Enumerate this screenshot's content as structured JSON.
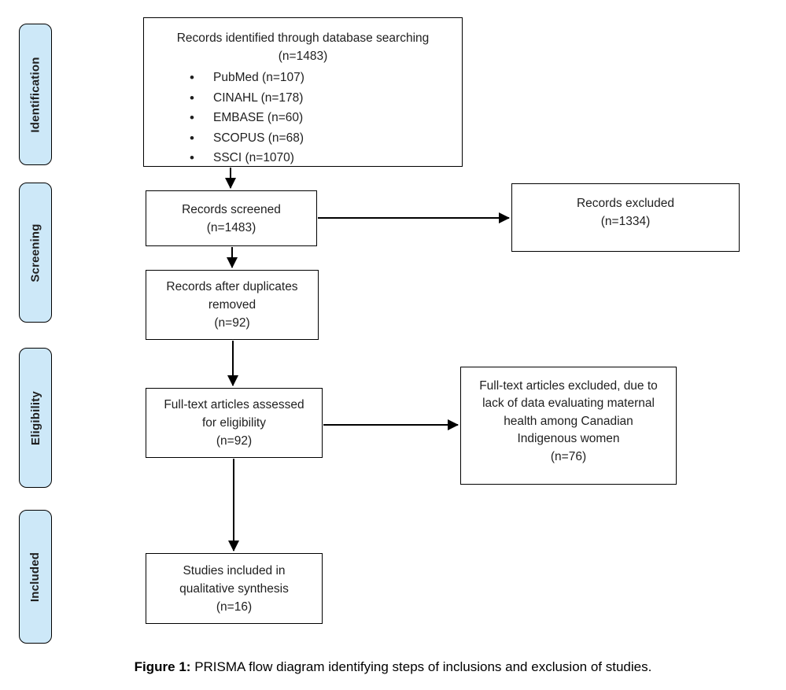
{
  "colors": {
    "stage_fill": "#CDE8F8",
    "line_color": "#000000",
    "box_fill": "#FFFFFF",
    "text_color": "#1F1F1F"
  },
  "stages": [
    {
      "label": "Identification"
    },
    {
      "label": "Screening"
    },
    {
      "label": "Eligibility"
    },
    {
      "label": "Included"
    }
  ],
  "boxes": {
    "identified": {
      "title": "Records identified through database searching",
      "count": "(n=1483)",
      "bullets": [
        "PubMed (n=107)",
        "CINAHL (n=178)",
        "EMBASE (n=60)",
        "SCOPUS (n=68)",
        "SSCI (n=1070)"
      ]
    },
    "screened": {
      "lines": [
        "Records screened",
        "(n=1483)"
      ]
    },
    "excluded": {
      "lines": [
        "Records excluded",
        "(n=1334)"
      ]
    },
    "duplicates": {
      "lines": [
        "Records after duplicates",
        "removed",
        "(n=92)"
      ]
    },
    "fulltext": {
      "lines": [
        "Full-text articles assessed",
        "for eligibility",
        "(n=92)"
      ]
    },
    "fulltext_excluded": {
      "lines": [
        "Full-text articles excluded, due to",
        "lack of data evaluating maternal",
        "health among Canadian",
        "Indigenous women",
        "(n=76)"
      ]
    },
    "included": {
      "lines": [
        "Studies included in",
        "qualitative synthesis",
        "(n=16)"
      ]
    }
  },
  "caption": {
    "label": "Figure 1:",
    "text": " PRISMA flow diagram identifying steps of inclusions and exclusion of studies."
  }
}
